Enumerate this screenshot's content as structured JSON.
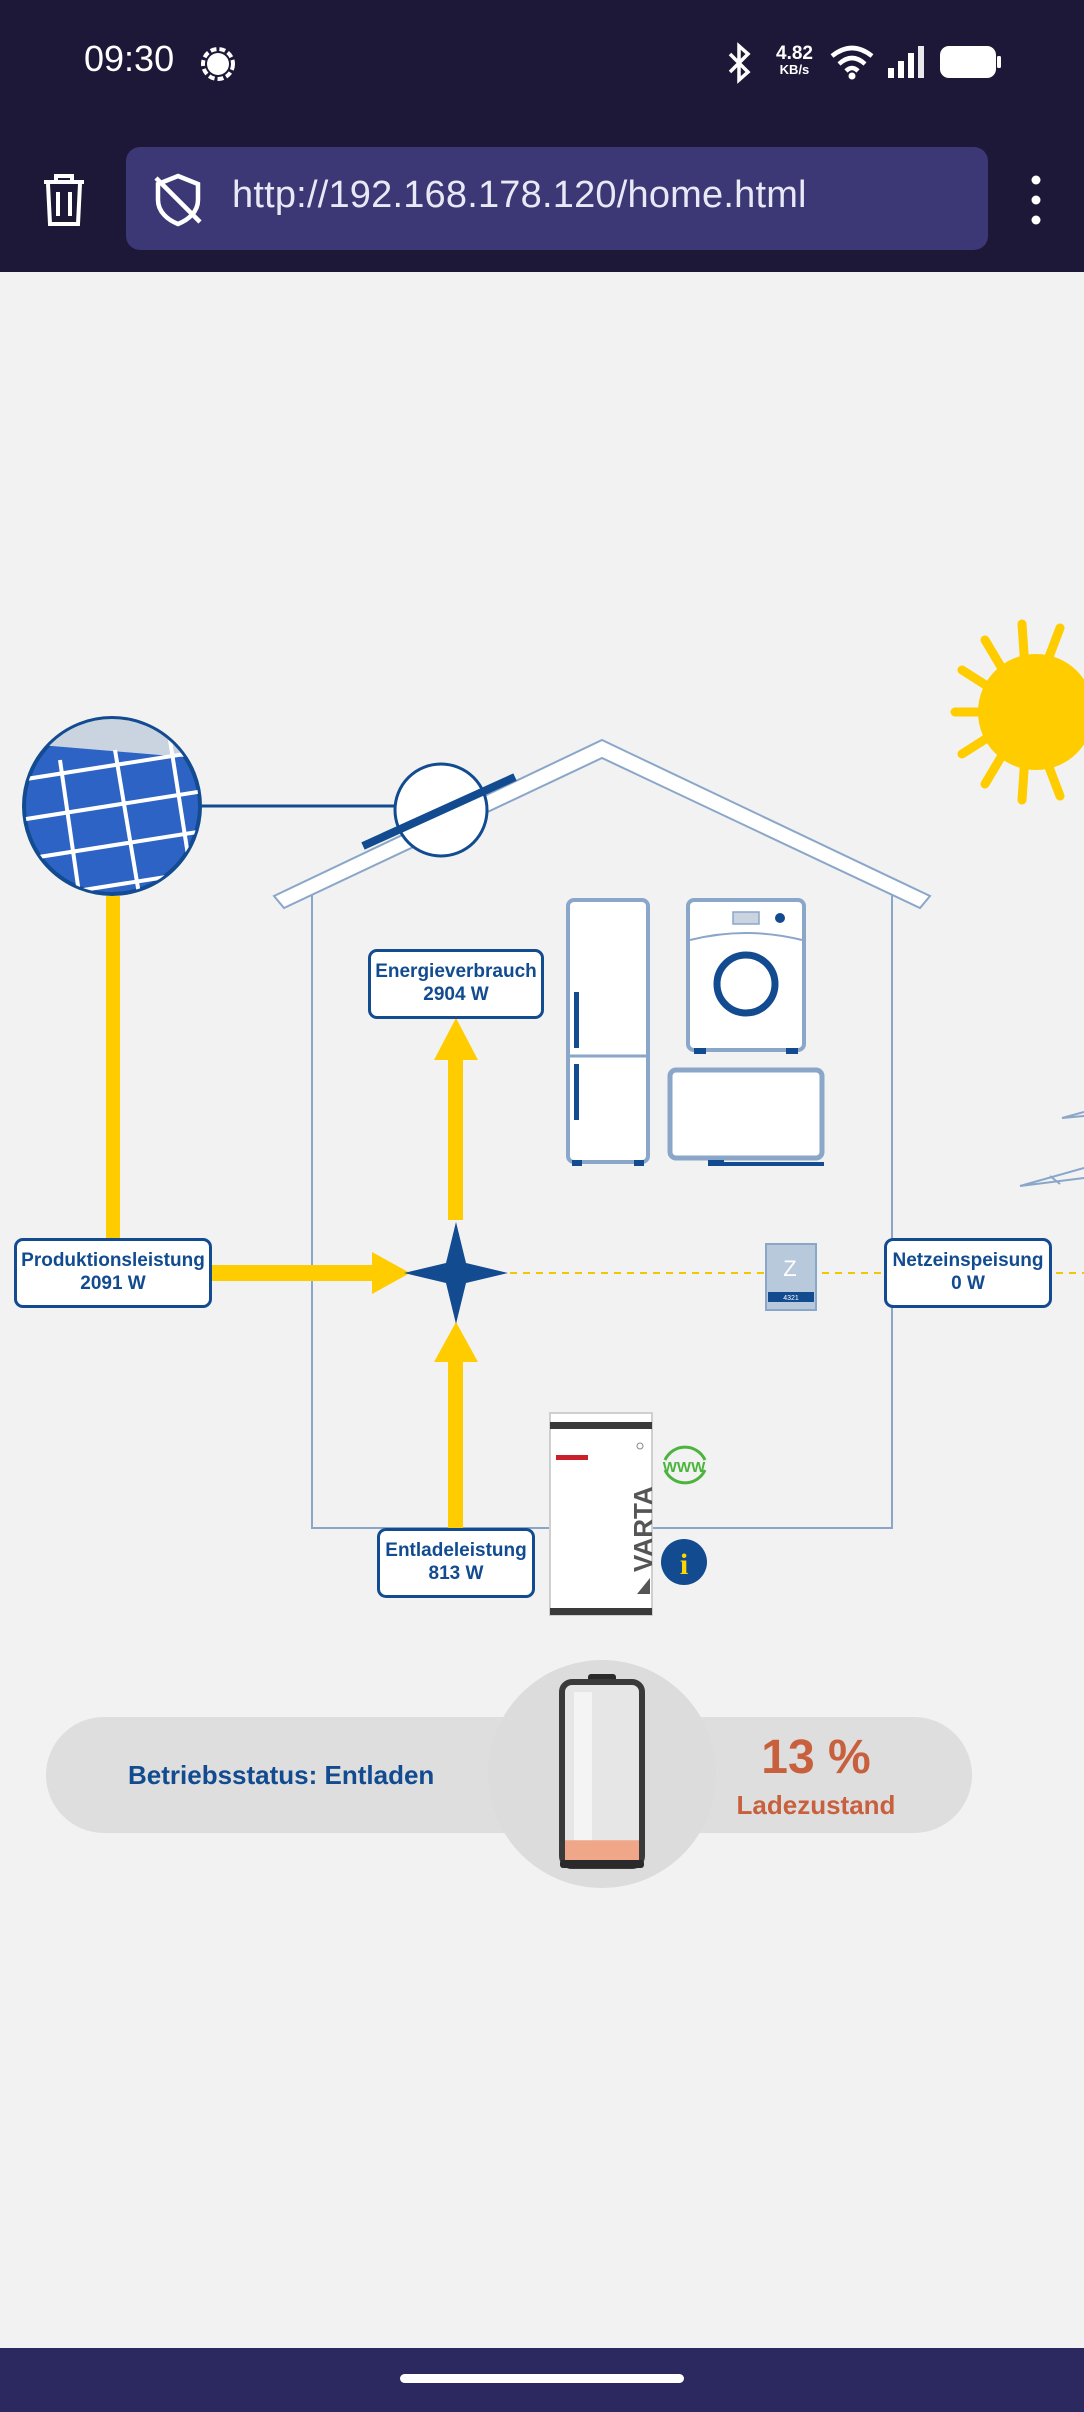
{
  "status_bar": {
    "time": "09:30",
    "speed_value": "4.82",
    "speed_unit": "KB/s"
  },
  "browser": {
    "url": "http://192.168.178.120/home.html"
  },
  "diagram": {
    "production": {
      "label": "Produktionsleistung",
      "value": "2091 W"
    },
    "consumption": {
      "label": "Energieverbrauch",
      "value": "2904 W"
    },
    "discharge": {
      "label": "Entladeleistung",
      "value": "813 W"
    },
    "grid_feed": {
      "label": "Netzeinspeisung",
      "value": "0 W"
    },
    "meter_letter": "Z",
    "meter_code": "4321",
    "battery_brand": "VARTA",
    "www_badge": "WWW",
    "info_badge": "i"
  },
  "battery_status": {
    "operating_status": "Betriebsstatus: Entladen",
    "soc_value": "13 %",
    "soc_label": "Ladezustand",
    "soc_fraction": 0.13
  },
  "colors": {
    "accent_blue": "#124b8f",
    "flow_yellow": "#ffcc00",
    "soc_orange": "#c8603e",
    "browser_bar": "#1e1838"
  }
}
